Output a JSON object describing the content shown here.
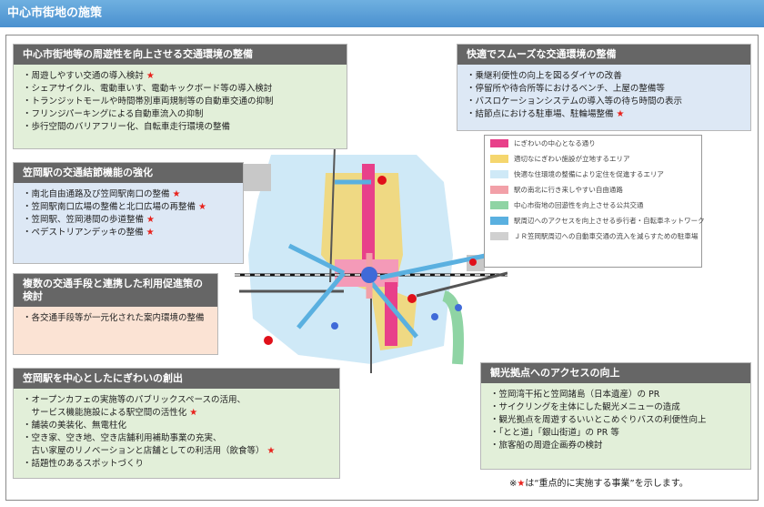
{
  "title": "中心市街地の施策",
  "box_env": {
    "heading": "中心市街地等の周遊性を向上させる交通環境の整備",
    "items": [
      {
        "text": "・周遊しやすい交通の導入検討",
        "star": true
      },
      {
        "text": "・シェアサイクル、電動車いす、電動キックボード等の導入検討",
        "star": false
      },
      {
        "text": "・トランジットモールや時間帯別車両規制等の自動車交通の抑制",
        "star": false
      },
      {
        "text": "・フリンジパーキングによる自動車流入の抑制",
        "star": false
      },
      {
        "text": "・歩行空間のバリアフリー化、自転車走行環境の整備",
        "star": false
      }
    ]
  },
  "box_node": {
    "heading": "笠岡駅の交通結節機能の強化",
    "items": [
      {
        "text": "・南北自由通路及び笠岡駅南口の整備",
        "star": true
      },
      {
        "text": "・笠岡駅南口広場の整備と北口広場の再整備",
        "star": true
      },
      {
        "text": "・笠岡駅、笠岡港間の歩道整備",
        "star": true
      },
      {
        "text": "・ペデストリアンデッキの整備",
        "star": true
      }
    ]
  },
  "box_multi": {
    "heading": "複数の交通手段と連携した利用促進策の検討",
    "items": [
      {
        "text": "・各交通手段等が一元化された案内環境の整備",
        "star": false
      }
    ]
  },
  "box_lively": {
    "heading": "笠岡駅を中心としたにぎわいの創出",
    "items": [
      {
        "text": "・オープンカフェの実施等のパブリックスペースの活用、",
        "star": false
      },
      {
        "text": "　サービス機能施設による駅空間の活性化",
        "star": true
      },
      {
        "text": "・舗装の美装化、無電柱化",
        "star": false
      },
      {
        "text": "・空き家、空き地、空き店舗利用補助事業の充実、",
        "star": false
      },
      {
        "text": "　古い家屋のリノベーションと店舗としての利活用（飲食等）",
        "star": true
      },
      {
        "text": "・話題性のあるスポットづくり",
        "star": false
      }
    ]
  },
  "box_smooth": {
    "heading": "快適でスムーズな交通環境の整備",
    "items": [
      {
        "text": "・乗継利便性の向上を図るダイヤの改善",
        "star": false
      },
      {
        "text": "・停留所や待合所等におけるベンチ、上屋の整備等",
        "star": false
      },
      {
        "text": "・バスロケーションシステムの導入等の待ち時間の表示",
        "star": false
      },
      {
        "text": "・結節点における駐車場、駐輪場整備",
        "star": true
      }
    ]
  },
  "box_tourism": {
    "heading": "観光拠点へのアクセスの向上",
    "items": [
      {
        "text": "・笠岡湾干拓と笠岡諸島（日本遺産）の PR",
        "star": false
      },
      {
        "text": "・サイクリングを主体にした観光メニューの造成",
        "star": false
      },
      {
        "text": "・観光拠点を周遊するいいとこめぐりバスの利便性向上",
        "star": false
      },
      {
        "text": "・「とと道」「銀山街道」の PR 等",
        "star": false
      },
      {
        "text": "・旅客船の周遊企画券の検討",
        "star": false
      }
    ]
  },
  "legend": [
    {
      "color": "#e8408a",
      "text": "にぎわいの中心となる通り"
    },
    {
      "color": "#f5d66e",
      "text": "適切なにぎわい施設が立地するエリア"
    },
    {
      "color": "#cfe9f7",
      "text": "快適な住環境の整備により定住を促進するエリア"
    },
    {
      "color": "#f2a0a8",
      "text": "駅の南北に行き来しやすい自由通路"
    },
    {
      "color": "#8fd4a4",
      "text": "中心市街地の回遊性を向上させる公共交通"
    },
    {
      "color": "#5ab0e0",
      "text": "駅周辺へのアクセスを向上させる歩行者・自転車ネットワーク"
    },
    {
      "color": "#d0d0d0",
      "text": "ＪＲ笠岡駅周辺への自動車交通の流入を減らすための駐車場"
    }
  ],
  "star_symbol": "★",
  "note": {
    "prefix": "※",
    "star": "★",
    "suffix": "は“重点的に実施する事業”を示します。"
  }
}
